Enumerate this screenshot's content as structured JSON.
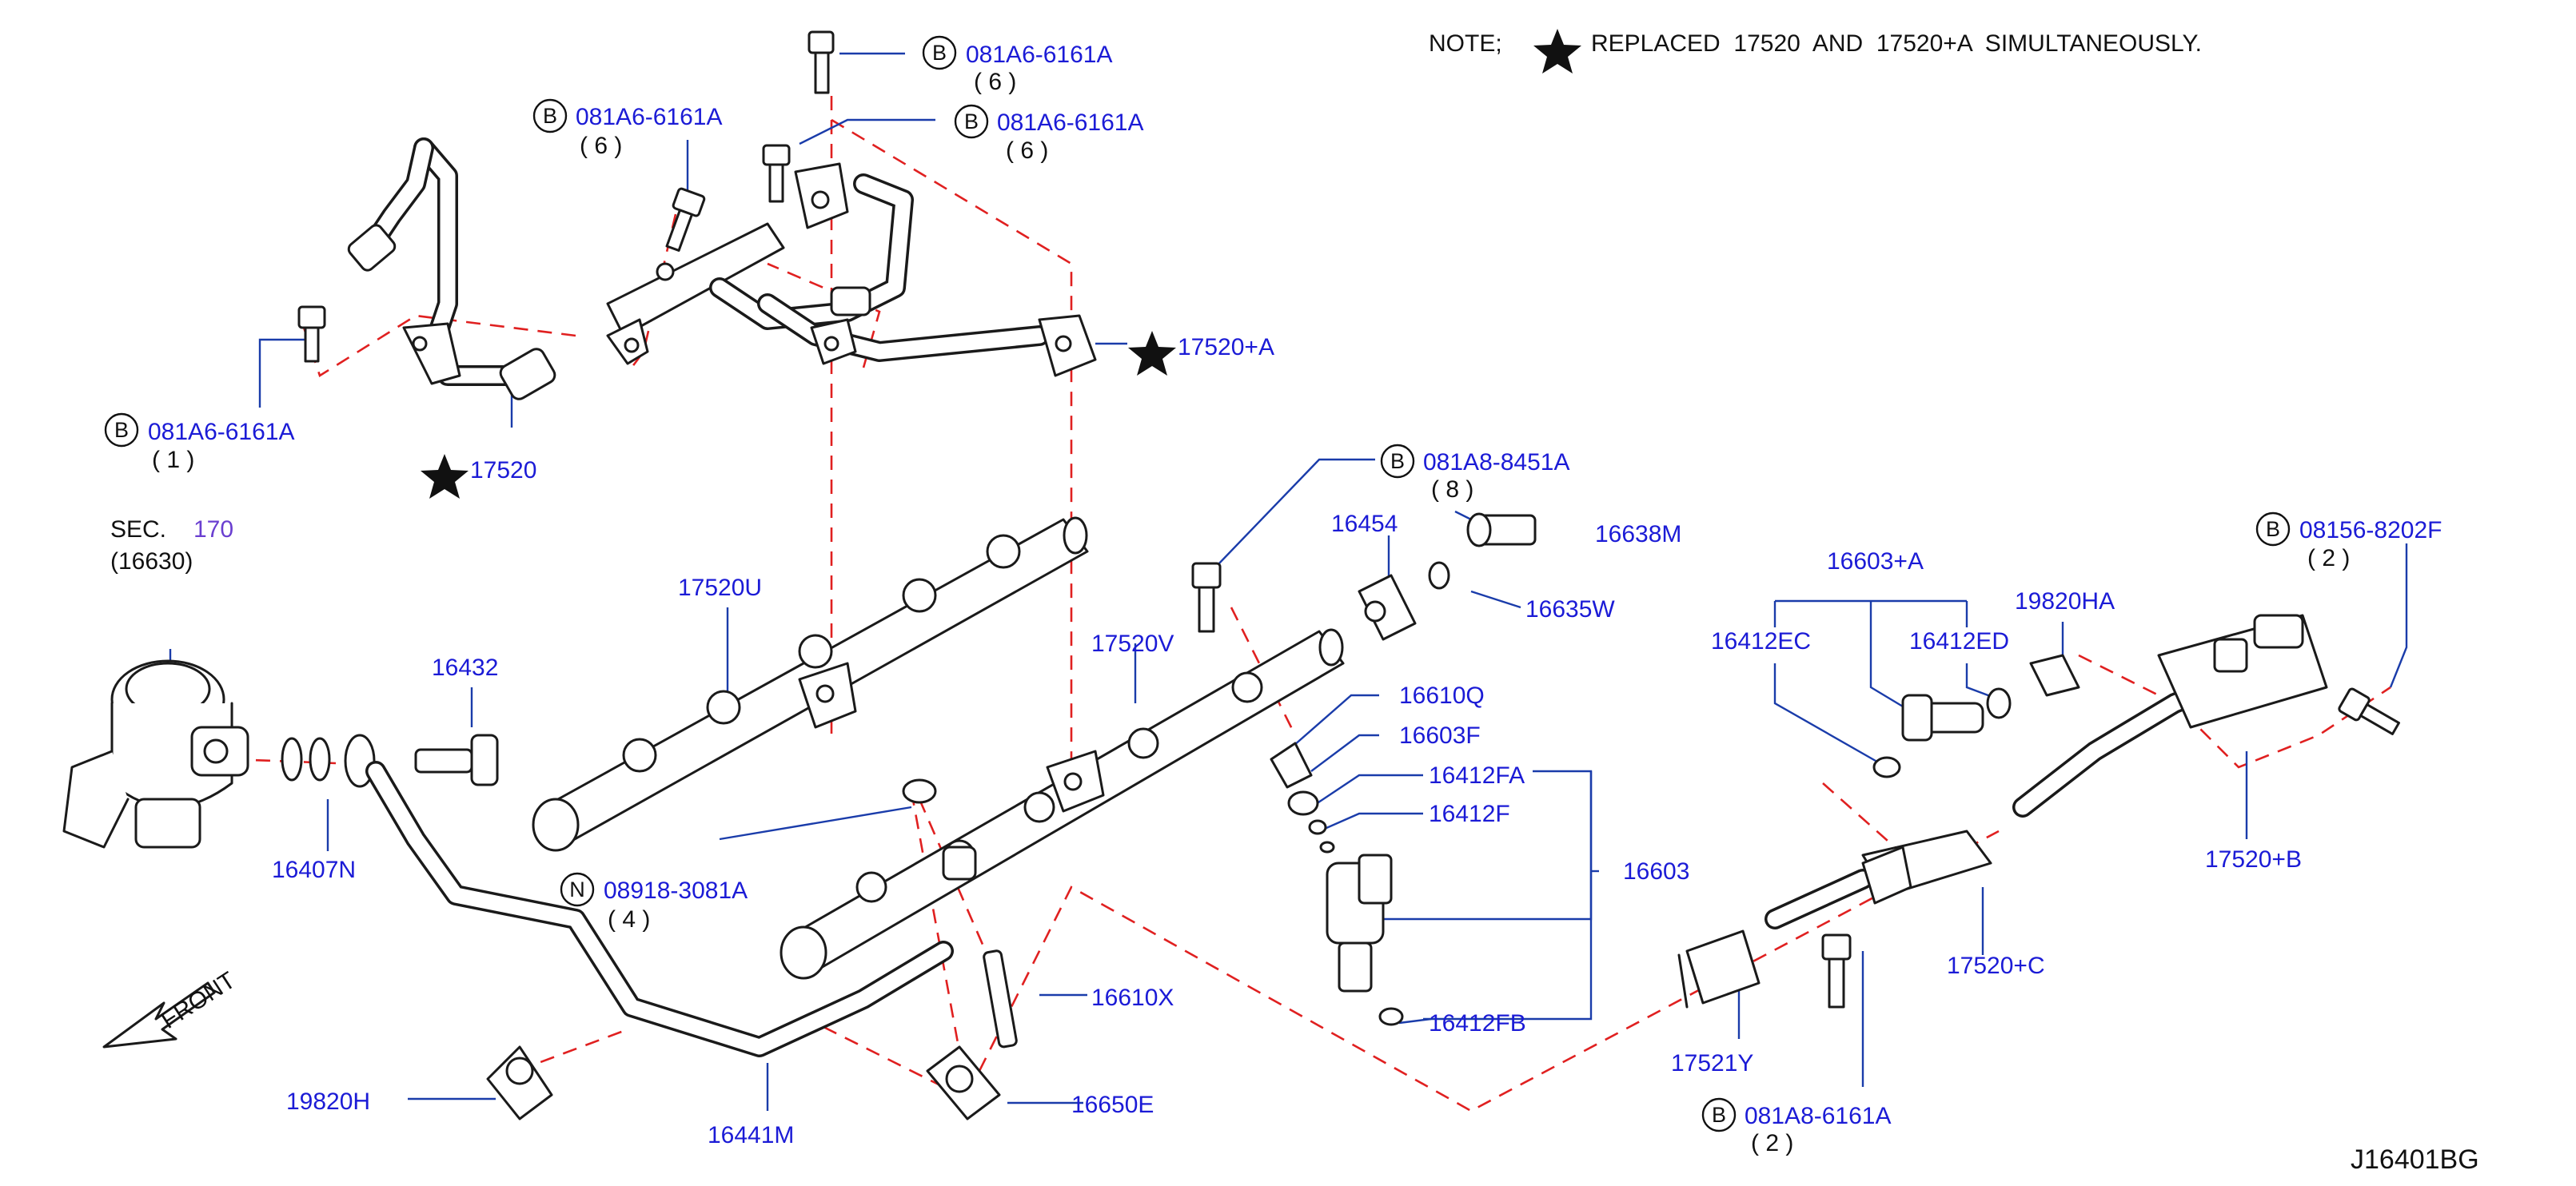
{
  "note": {
    "prefix": "NOTE;",
    "text": "REPLACED  17520  AND  17520+A  SIMULTANEOUSLY."
  },
  "diagram_code": "J16401BG",
  "front_label": "FRONT",
  "section": {
    "label": "SEC.",
    "number": "170",
    "part": "(16630)"
  },
  "symbols": {
    "bolt": "B",
    "nut": "N"
  },
  "callouts": {
    "bolt_top": {
      "part": "081A6-6161A",
      "qty": "( 6 )"
    },
    "bolt_left_upper": {
      "part": "081A6-6161A",
      "qty": "( 6 )"
    },
    "bolt_right_upper": {
      "part": "081A6-6161A",
      "qty": "( 6 )"
    },
    "bolt_left": {
      "part": "081A6-6161A",
      "qty": "( 1 )"
    },
    "bolt_8451": {
      "part": "081A8-8451A",
      "qty": "( 8 )"
    },
    "bolt_8202": {
      "part": "08156-8202F",
      "qty": "( 2 )"
    },
    "bolt_bottom": {
      "part": "081A8-6161A",
      "qty": "( 2 )"
    },
    "nut_3081": {
      "part": "08918-3081A",
      "qty": "( 4 )"
    }
  },
  "labels": {
    "p17520": "17520",
    "p17520A": "17520+A",
    "p17520U": "17520U",
    "p17520V": "17520V",
    "p16432": "16432",
    "p16407N": "16407N",
    "p16454": "16454",
    "p16638M": "16638M",
    "p16635W": "16635W",
    "p16610Q": "16610Q",
    "p16603F": "16603F",
    "p16412FA": "16412FA",
    "p16412F": "16412F",
    "p16603": "16603",
    "p16412FB": "16412FB",
    "p16610X": "16610X",
    "p16650E": "16650E",
    "p19820H": "19820H",
    "p16441M": "16441M",
    "p16603A": "16603+A",
    "p16412EC": "16412EC",
    "p16412ED": "16412ED",
    "p19820HA": "19820HA",
    "p17520B": "17520+B",
    "p17520C": "17520+C",
    "p17521Y": "17521Y"
  },
  "colors": {
    "label_blue": "#1b1bd6",
    "dash_red": "#e02020",
    "line_black": "#1a1a1a",
    "section_purple": "#6a3fd0"
  },
  "icons": [
    "star-icon",
    "bolt-symbol",
    "nut-symbol",
    "front-arrow-icon"
  ]
}
